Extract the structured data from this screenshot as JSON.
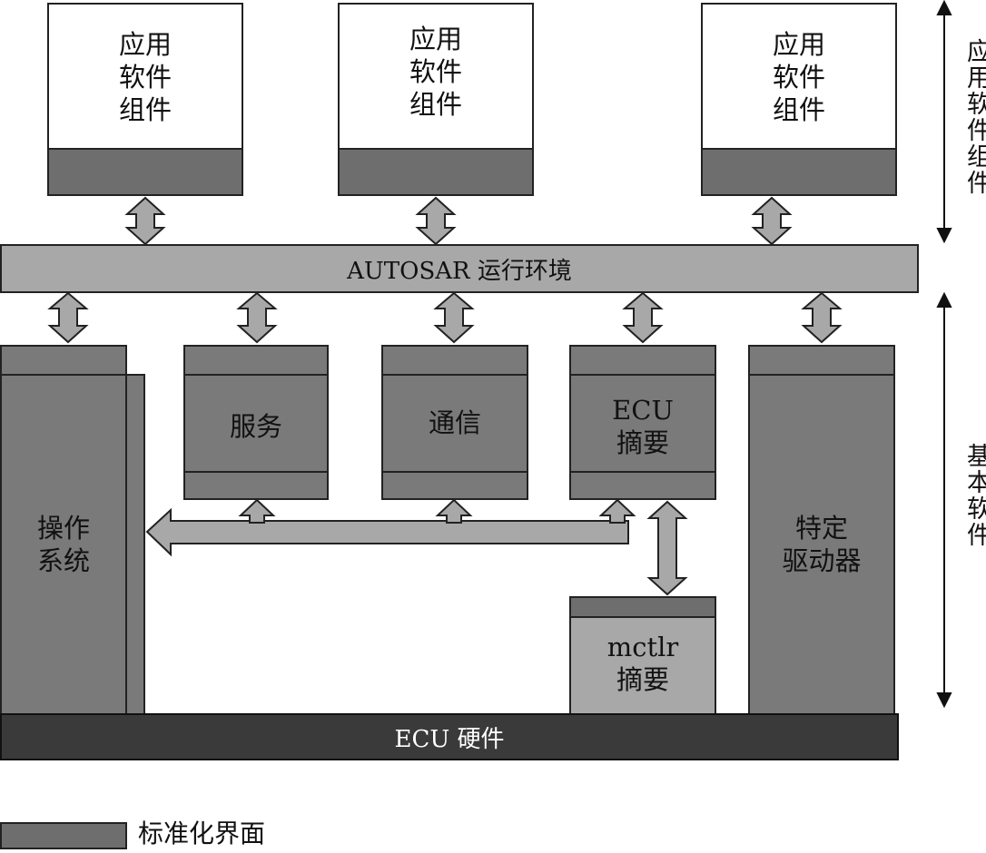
{
  "app_components": [
    {
      "label": "应用\n软件\n组件"
    },
    {
      "label": "应用\n软件\n组件"
    },
    {
      "label": "应用\n软件\n组件"
    }
  ],
  "rte": {
    "label": "AUTOSAR 运行环境"
  },
  "basic_modules": {
    "os": "操作\n系统",
    "services": "服务",
    "communication": "通信",
    "ecu_abstraction": "ECU\n摘要",
    "mcu_abstraction": "mctlr\n摘要",
    "complex_drivers": "特定\n驱动器"
  },
  "hardware": {
    "label": "ECU 硬件"
  },
  "side_labels": {
    "app_layer": "应用软件组件",
    "basic_layer": "基本软件"
  },
  "legend": {
    "label": "标准化界面"
  },
  "colors": {
    "interface": "#6e6e6e",
    "module": "#7a7a7a",
    "rte": "#a8a8a8",
    "hardware": "#3a3a3a"
  }
}
